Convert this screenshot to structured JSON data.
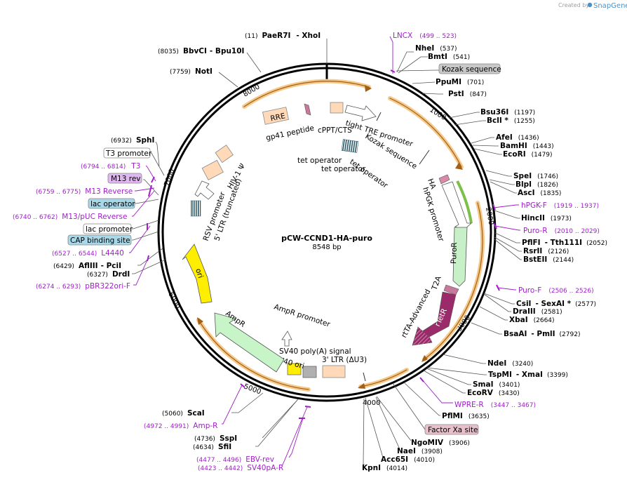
{
  "credit": {
    "created_by": "Created by",
    "brand": "SnapGene"
  },
  "plasmid": {
    "name": "pCW-CCND1-HA-puro",
    "length": "8548 bp"
  },
  "ticks": [
    "1000",
    "2000",
    "3000",
    "4000",
    "5000",
    "6000",
    "7000",
    "8000"
  ],
  "enzymes": [
    {
      "pre": "(11)",
      "name": "PaeR7I",
      "mid": "- XhoI",
      "post": ""
    },
    {
      "pre": "(8035)",
      "name": "BbvCI",
      "mid": "- Bpu10I",
      "post": ""
    },
    {
      "pre": "(7759)",
      "name": "NotI",
      "mid": "",
      "post": ""
    },
    {
      "pre": "(6932)",
      "name": "SphI",
      "mid": "",
      "post": ""
    },
    {
      "pre": "(6429)",
      "name": "AflIII",
      "mid": "- PciI",
      "post": ""
    },
    {
      "pre": "(6327)",
      "name": "DrdI",
      "mid": "",
      "post": ""
    },
    {
      "pre": "(5060)",
      "name": "ScaI",
      "mid": "",
      "post": ""
    },
    {
      "pre": "(4736)",
      "name": "SspI",
      "mid": "",
      "post": ""
    },
    {
      "pre": "(4634)",
      "name": "SfiI",
      "mid": "",
      "post": ""
    },
    {
      "pre": "",
      "name": "NheI",
      "mid": "",
      "post": "(537)"
    },
    {
      "pre": "",
      "name": "BmtI",
      "mid": "",
      "post": "(541)"
    },
    {
      "pre": "",
      "name": "PpuMI",
      "mid": "",
      "post": "(701)"
    },
    {
      "pre": "",
      "name": "PstI",
      "mid": "",
      "post": "(847)"
    },
    {
      "pre": "",
      "name": "Bsu36I",
      "mid": "",
      "post": "(1197)"
    },
    {
      "pre": "",
      "name": "BclI *",
      "mid": "",
      "post": "(1255)"
    },
    {
      "pre": "",
      "name": "AfeI",
      "mid": "",
      "post": "(1436)"
    },
    {
      "pre": "",
      "name": "BamHI",
      "mid": "",
      "post": "(1443)"
    },
    {
      "pre": "",
      "name": "EcoRI",
      "mid": "",
      "post": "(1479)"
    },
    {
      "pre": "",
      "name": "SpeI",
      "mid": "",
      "post": "(1746)"
    },
    {
      "pre": "",
      "name": "BlpI",
      "mid": "",
      "post": "(1826)"
    },
    {
      "pre": "",
      "name": "AscI",
      "mid": "",
      "post": "(1835)"
    },
    {
      "pre": "",
      "name": "HincII",
      "mid": "",
      "post": "(1973)"
    },
    {
      "pre": "",
      "name": "PflFI",
      "mid": "- Tth111I",
      "post": "(2052)"
    },
    {
      "pre": "",
      "name": "RsrII",
      "mid": "",
      "post": "(2126)"
    },
    {
      "pre": "",
      "name": "BstEII",
      "mid": "",
      "post": "(2144)"
    },
    {
      "pre": "",
      "name": "CsiI",
      "mid": "- SexAI *",
      "post": "(2577)"
    },
    {
      "pre": "",
      "name": "DraIII",
      "mid": "",
      "post": "(2581)"
    },
    {
      "pre": "",
      "name": "XbaI",
      "mid": "",
      "post": "(2664)"
    },
    {
      "pre": "",
      "name": "BsaAI",
      "mid": "- PmlI",
      "post": "(2792)"
    },
    {
      "pre": "",
      "name": "NdeI",
      "mid": "",
      "post": "(3240)"
    },
    {
      "pre": "",
      "name": "TspMI",
      "mid": "- XmaI",
      "post": "(3399)"
    },
    {
      "pre": "",
      "name": "SmaI",
      "mid": "",
      "post": "(3401)"
    },
    {
      "pre": "",
      "name": "EcoRV",
      "mid": "",
      "post": "(3430)"
    },
    {
      "pre": "",
      "name": "PflMI",
      "mid": "",
      "post": "(3635)"
    },
    {
      "pre": "",
      "name": "NgoMIV",
      "mid": "",
      "post": "(3906)"
    },
    {
      "pre": "",
      "name": "NaeI",
      "mid": "",
      "post": "(3908)"
    },
    {
      "pre": "",
      "name": "Acc65I",
      "mid": "",
      "post": "(4010)"
    },
    {
      "pre": "",
      "name": "KpnI",
      "mid": "",
      "post": "(4014)"
    }
  ],
  "primers": [
    {
      "name": "LNCX",
      "range": "(499 .. 523)"
    },
    {
      "name": "hPGK-F",
      "range": "(1919 .. 1937)"
    },
    {
      "name": "Puro-R",
      "range": "(2010 .. 2029)"
    },
    {
      "name": "Puro-F",
      "range": "(2506 .. 2526)"
    },
    {
      "name": "WPRE-R",
      "range": "(3447 .. 3467)"
    },
    {
      "name": "Amp-R",
      "range": "(4972 .. 4991)"
    },
    {
      "name": "EBV-rev",
      "range": "(4477 .. 4496)"
    },
    {
      "name": "SV40pA-R",
      "range": "(4423 .. 4442)"
    },
    {
      "name": "T3",
      "range": "(6794 .. 6814)"
    },
    {
      "name": "M13 Reverse",
      "range": "(6759 .. 6775)"
    },
    {
      "name": "M13/pUC Reverse",
      "range": "(6740 .. 6762)"
    },
    {
      "name": "L4440",
      "range": "(6527 .. 6544)"
    },
    {
      "name": "pBR322ori-F",
      "range": "(6274 .. 6293)"
    }
  ],
  "boxed": [
    "Kozak sequence",
    "Factor Xa site",
    "T3 promoter",
    "M13 rev",
    "lac operator",
    "lac promoter",
    "CAP binding site"
  ],
  "features": [
    "RRE",
    "gp41 peptide",
    "cPPT/CTS",
    "tight TRE promoter",
    "Kozak sequence",
    "tet operator",
    "tet operator",
    "tet operator",
    "HA",
    "hPGK promoter",
    "PuroR",
    "T2A",
    "rtTA-Advanced",
    "rTetR",
    "3' LTR (ΔU3)",
    "SV40 poly(A) signal",
    "SV40 ori",
    "AmpR promoter",
    "AmpR",
    "ori",
    "RSV promoter",
    "5' LTR (truncated)",
    "HIV-1 Ψ"
  ],
  "colors": {
    "primer": "#a020c8",
    "orf_highlight": "#f4b860",
    "puro": "#c8f0c8",
    "rtta": "#9b2a6a",
    "ori": "#ffee00",
    "ltr": "#ffd9b8",
    "ampr": "#c8f5c8"
  }
}
